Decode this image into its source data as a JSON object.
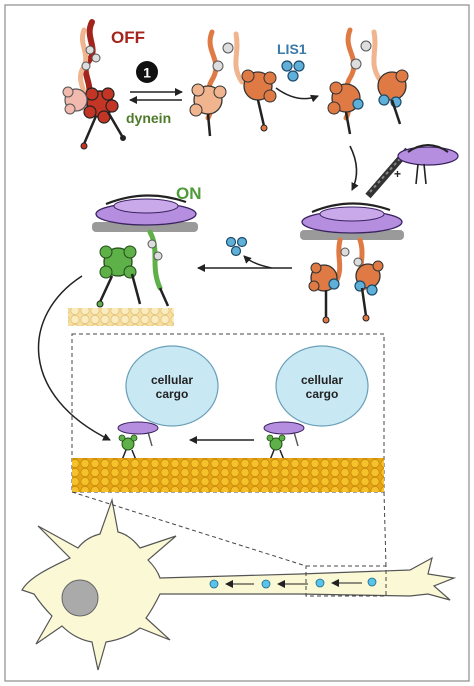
{
  "labels": {
    "off": "OFF",
    "step_number": "1",
    "dynein": "dynein",
    "lis1": "LIS1",
    "on": "ON",
    "cargo_line1": "cellular",
    "cargo_line2": "cargo",
    "plus_end": "+"
  },
  "colors": {
    "off_red": "#a3241c",
    "dynein_green_label": "#4e7a2a",
    "lis1_blue": "#3a79a8",
    "on_green": "#4f9a3a",
    "dynein_orange": "#e07a45",
    "dynein_peach": "#f0b48e",
    "motor_green": "#5eb048",
    "dynactin_purple": "#b58ee0",
    "microtubule_yellow": "#f0b920",
    "cargo_blue": "#c8e8f4",
    "neuron_fill": "#fbf8d6",
    "nucleus_gray": "#aaaaaa",
    "vesicle_blue": "#5bc3e8"
  }
}
